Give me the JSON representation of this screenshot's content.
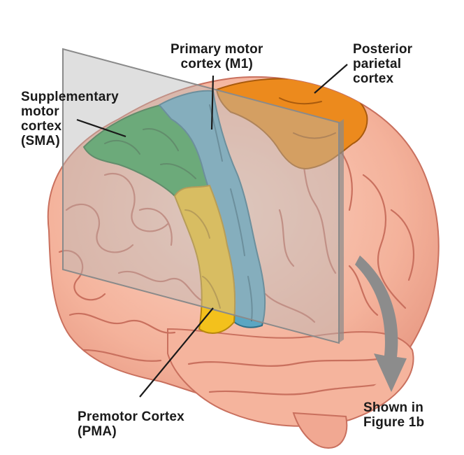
{
  "labels": {
    "primary_motor": [
      "Primary motor",
      "cortex (M1)"
    ],
    "posterior_parietal": [
      "Posterior",
      "parietal",
      "cortex"
    ],
    "supplementary_motor": [
      "Supplementary",
      "motor",
      "cortex",
      "(SMA)"
    ],
    "premotor": [
      "Premotor Cortex",
      "(PMA)"
    ],
    "shown_in": [
      "Shown in",
      "Figure 1b"
    ]
  },
  "colors": {
    "brain": "#f6b8a2",
    "brain_sulci": "#c9705e",
    "m1": "#5ba6c2",
    "sma": "#2e9f47",
    "pma": "#f3c11c",
    "parietal": "#ec8a1d",
    "plane": "#b9b9b9",
    "arrow": "#8c8c8c"
  }
}
